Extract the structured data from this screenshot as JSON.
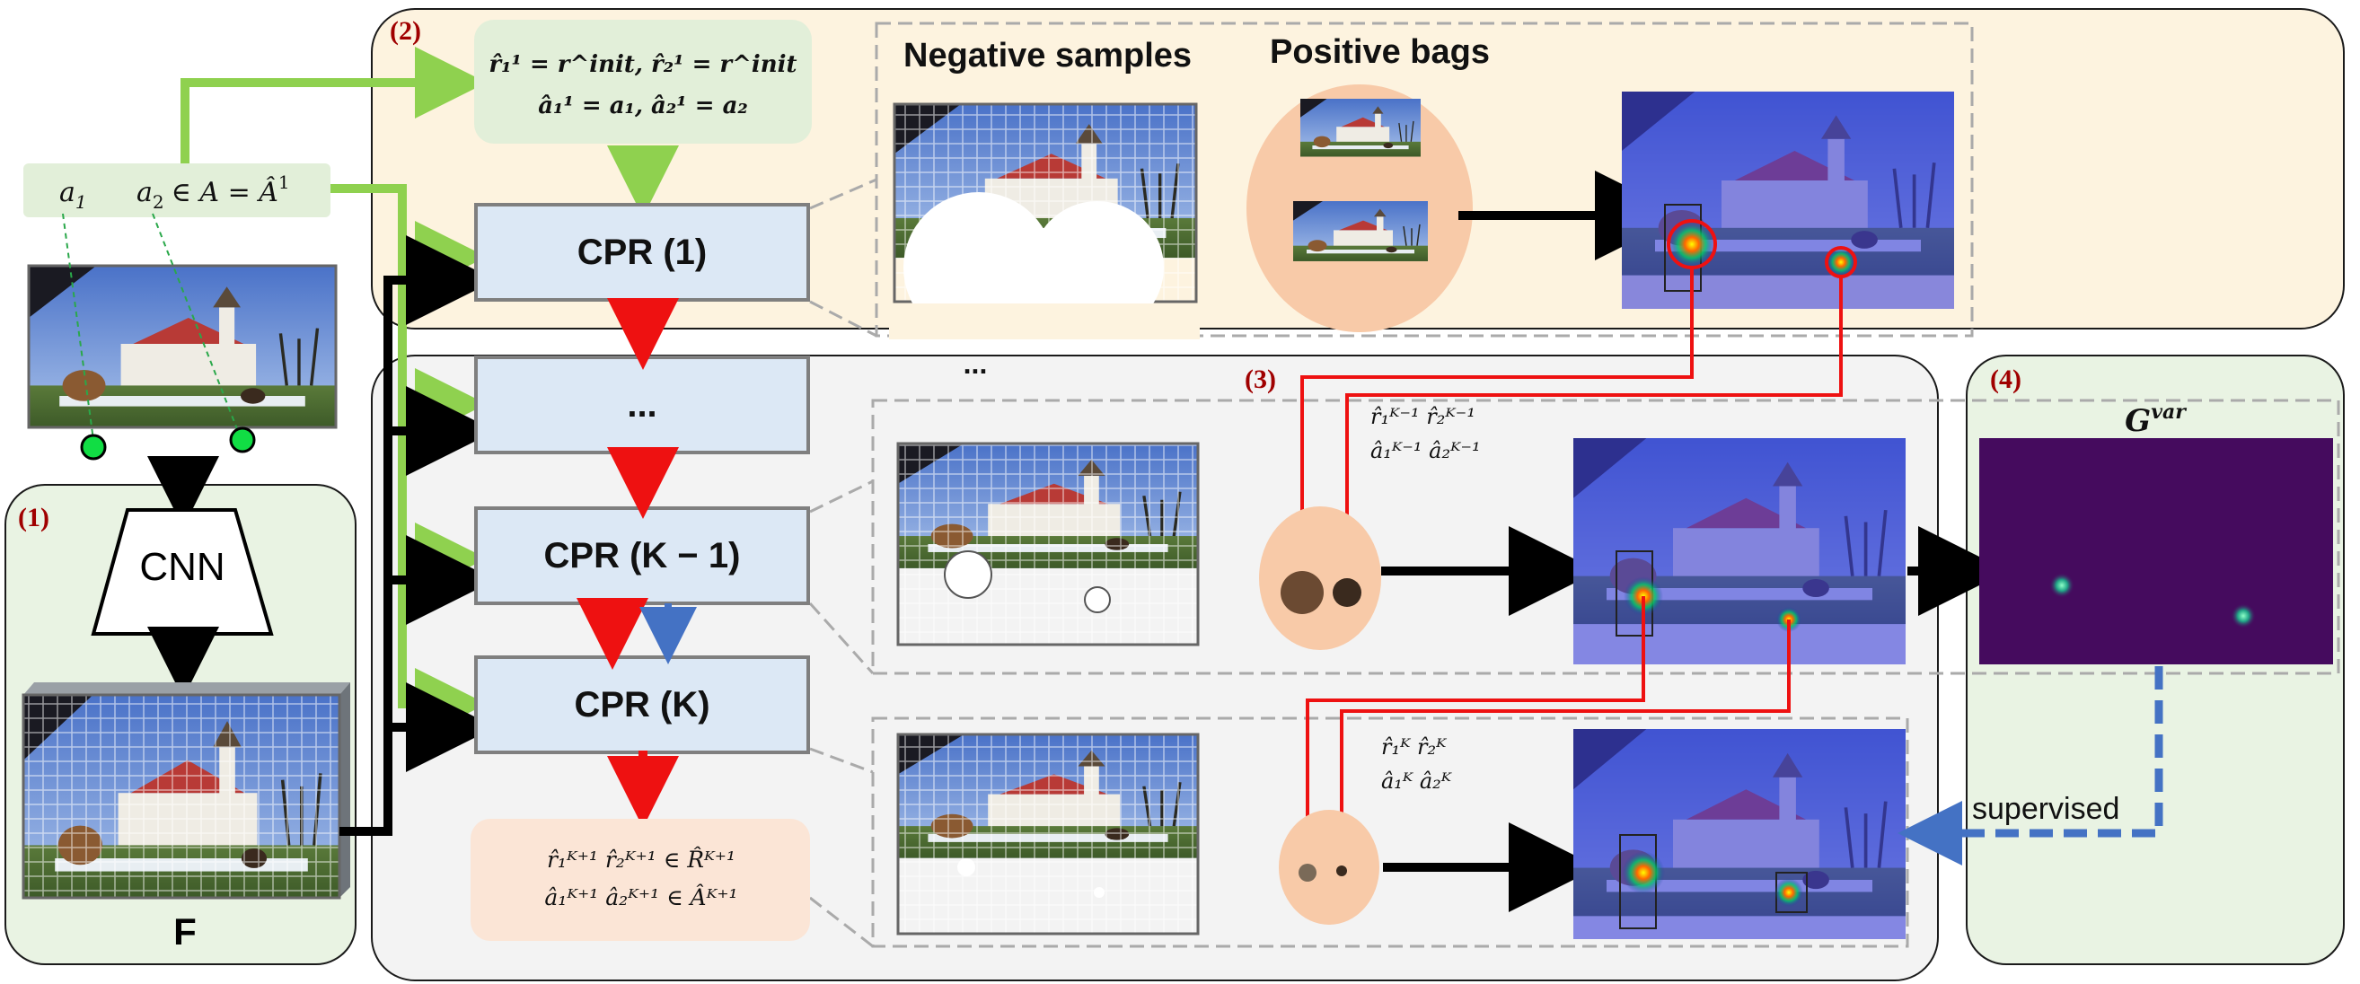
{
  "sections": {
    "s1": "(1)",
    "s2": "(2)",
    "s3": "(3)",
    "s4": "(4)"
  },
  "input": {
    "points_label_a1": "a",
    "points_label_a1_sub": "1",
    "points_label_a2": "a",
    "points_label_a2_sub": "2",
    "points_label_set": "∈ A = Â",
    "points_label_set_sup": "1"
  },
  "backbone": {
    "cnn": "CNN",
    "feature": "F"
  },
  "init_box": {
    "line1": "r̂₁¹ = r^init,  r̂₂¹ = r^init",
    "line2": "â₁¹ = a₁,  â₂¹ = a₂"
  },
  "cpr_blocks": [
    {
      "label": "CPR (1)"
    },
    {
      "label": "..."
    },
    {
      "label": "CPR (K − 1)"
    },
    {
      "label": "CPR (K)"
    }
  ],
  "output_box": {
    "line1": "r̂₁ᴷ⁺¹   r̂₂ᴷ⁺¹ ∈ R̂ᴷ⁺¹",
    "line2": "â₁ᴷ⁺¹   â₂ᴷ⁺¹ ∈ Âᴷ⁺¹"
  },
  "panel_top": {
    "negative_title": "Negative samples",
    "positive_title": "Positive bags"
  },
  "panel_mid": {
    "ellipsis": "...",
    "r_line": "r̂₁ᴷ⁻¹   r̂₂ᴷ⁻¹",
    "a_line": "â₁ᴷ⁻¹   â₂ᴷ⁻¹"
  },
  "panel_bot": {
    "r_line": "r̂₁ᴷ   r̂₂ᴷ",
    "a_line": "â₁ᴷ   â₂ᴷ"
  },
  "gvar": {
    "title": "G",
    "title_sup": "var",
    "supervised": "supervised"
  },
  "colors": {
    "green_arrow": "#8fd14f",
    "red_arrow": "#ee1111",
    "black_arrow": "#000000",
    "blue_dashed": "#4472c4",
    "cpr_fill": "#dce8f5",
    "cpr_stroke": "#7f7f7f",
    "panel_yellow": "#fdf3df",
    "panel_green": "#e9f3e3",
    "panel_gray": "#f3f3f3",
    "init_fill": "#e2efd9",
    "output_fill": "#fbe5d6",
    "section_red": "#a00000",
    "heatmap_purple": "#450b5e"
  }
}
